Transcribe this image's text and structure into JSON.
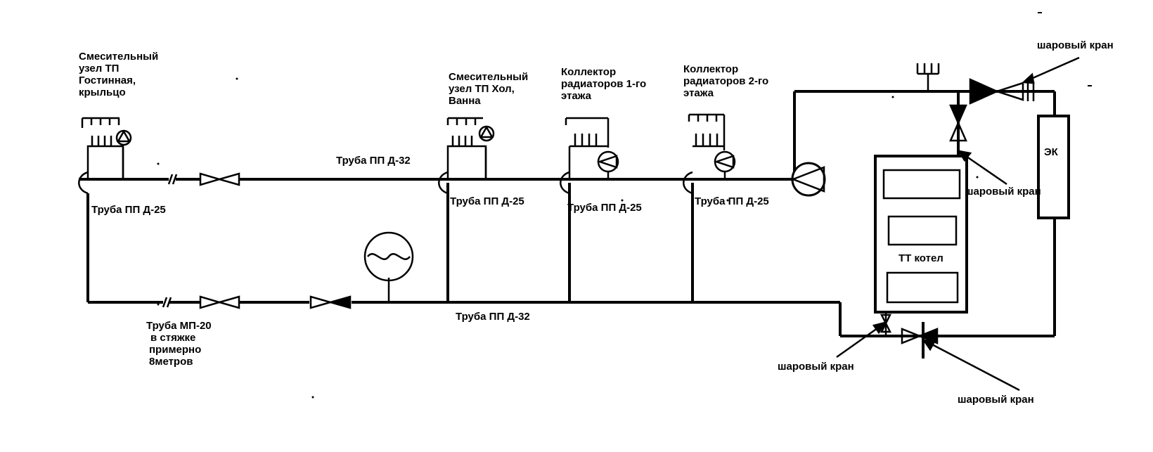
{
  "labels": {
    "mixer_living": [
      "Смесительный",
      "узел ТП",
      "Гостинная,",
      "крыльцо"
    ],
    "mixer_hall": [
      "Смесительный",
      "узел ТП  Хол,",
      "Ванна"
    ],
    "collector_1": [
      "Коллектор",
      "радиаторов 1-го",
      "этажа"
    ],
    "collector_2": [
      "Коллектор",
      "радиаторов 2-го",
      "этажа"
    ],
    "pipe_pp32_top": "Труба ПП Д-32",
    "pipe_pp25_1": "Труба ПП Д-25",
    "pipe_pp25_2": "Труба ПП Д-25",
    "pipe_pp25_3": "Труба ПП Д-25",
    "pipe_pp25_4": "Труба ПП Д-25",
    "pipe_pp32_bottom": "Труба ПП Д-32",
    "pipe_mp20": [
      "Труба МП-20",
      "в стяжке",
      "примерно",
      "8метров"
    ],
    "boiler": "ТТ котел",
    "electric_boiler": "ЭК",
    "ball_valve_top_right": "шаровый кран",
    "ball_valve_right_mid": "шаровый кран",
    "ball_valve_bottom_left": "шаровый кран",
    "ball_valve_bottom_right": "шаровый кран"
  }
}
